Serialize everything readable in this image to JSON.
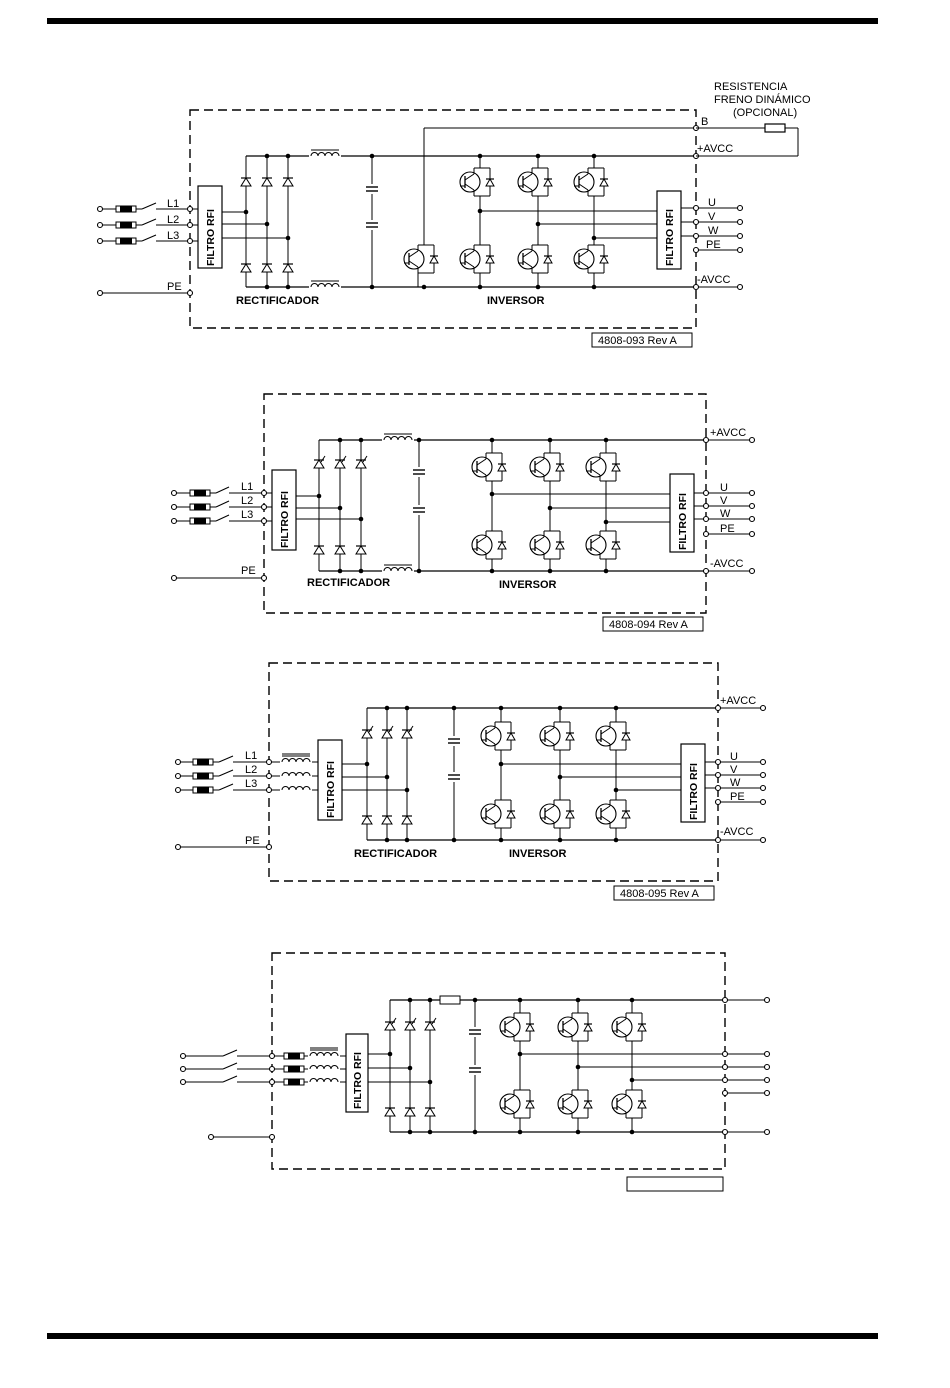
{
  "diagrams": [
    {
      "ref": "4808-093 Rev A",
      "filter": "FILTRO RFI",
      "rectifier": "RECTIFICADOR",
      "inverter": "INVERSOR",
      "inputs": [
        "L1",
        "L2",
        "L3",
        "PE"
      ],
      "outputs": [
        "B",
        "+AVCC",
        "U",
        "V",
        "W",
        "PE",
        "-AVCC"
      ],
      "brake_note": [
        "RESISTENCIA",
        "FRENO DINÁMICO",
        "(OPCIONAL)"
      ]
    },
    {
      "ref": "4808-094 Rev A",
      "filter": "FILTRO RFI",
      "rectifier": "RECTIFICADOR",
      "inverter": "INVERSOR",
      "inputs": [
        "L1",
        "L2",
        "L3",
        "PE"
      ],
      "outputs": [
        "+AVCC",
        "U",
        "V",
        "W",
        "PE",
        "-AVCC"
      ]
    },
    {
      "ref": "4808-095 Rev A",
      "filter": "FILTRO RFI",
      "rectifier": "RECTIFICADOR",
      "inverter": "INVERSOR",
      "inputs": [
        "L1",
        "L2",
        "L3",
        "PE"
      ],
      "outputs": [
        "+AVCC",
        "U",
        "V",
        "W",
        "PE",
        "-AVCC"
      ]
    },
    {
      "ref": "",
      "filter": "FILTRO RFI"
    }
  ]
}
